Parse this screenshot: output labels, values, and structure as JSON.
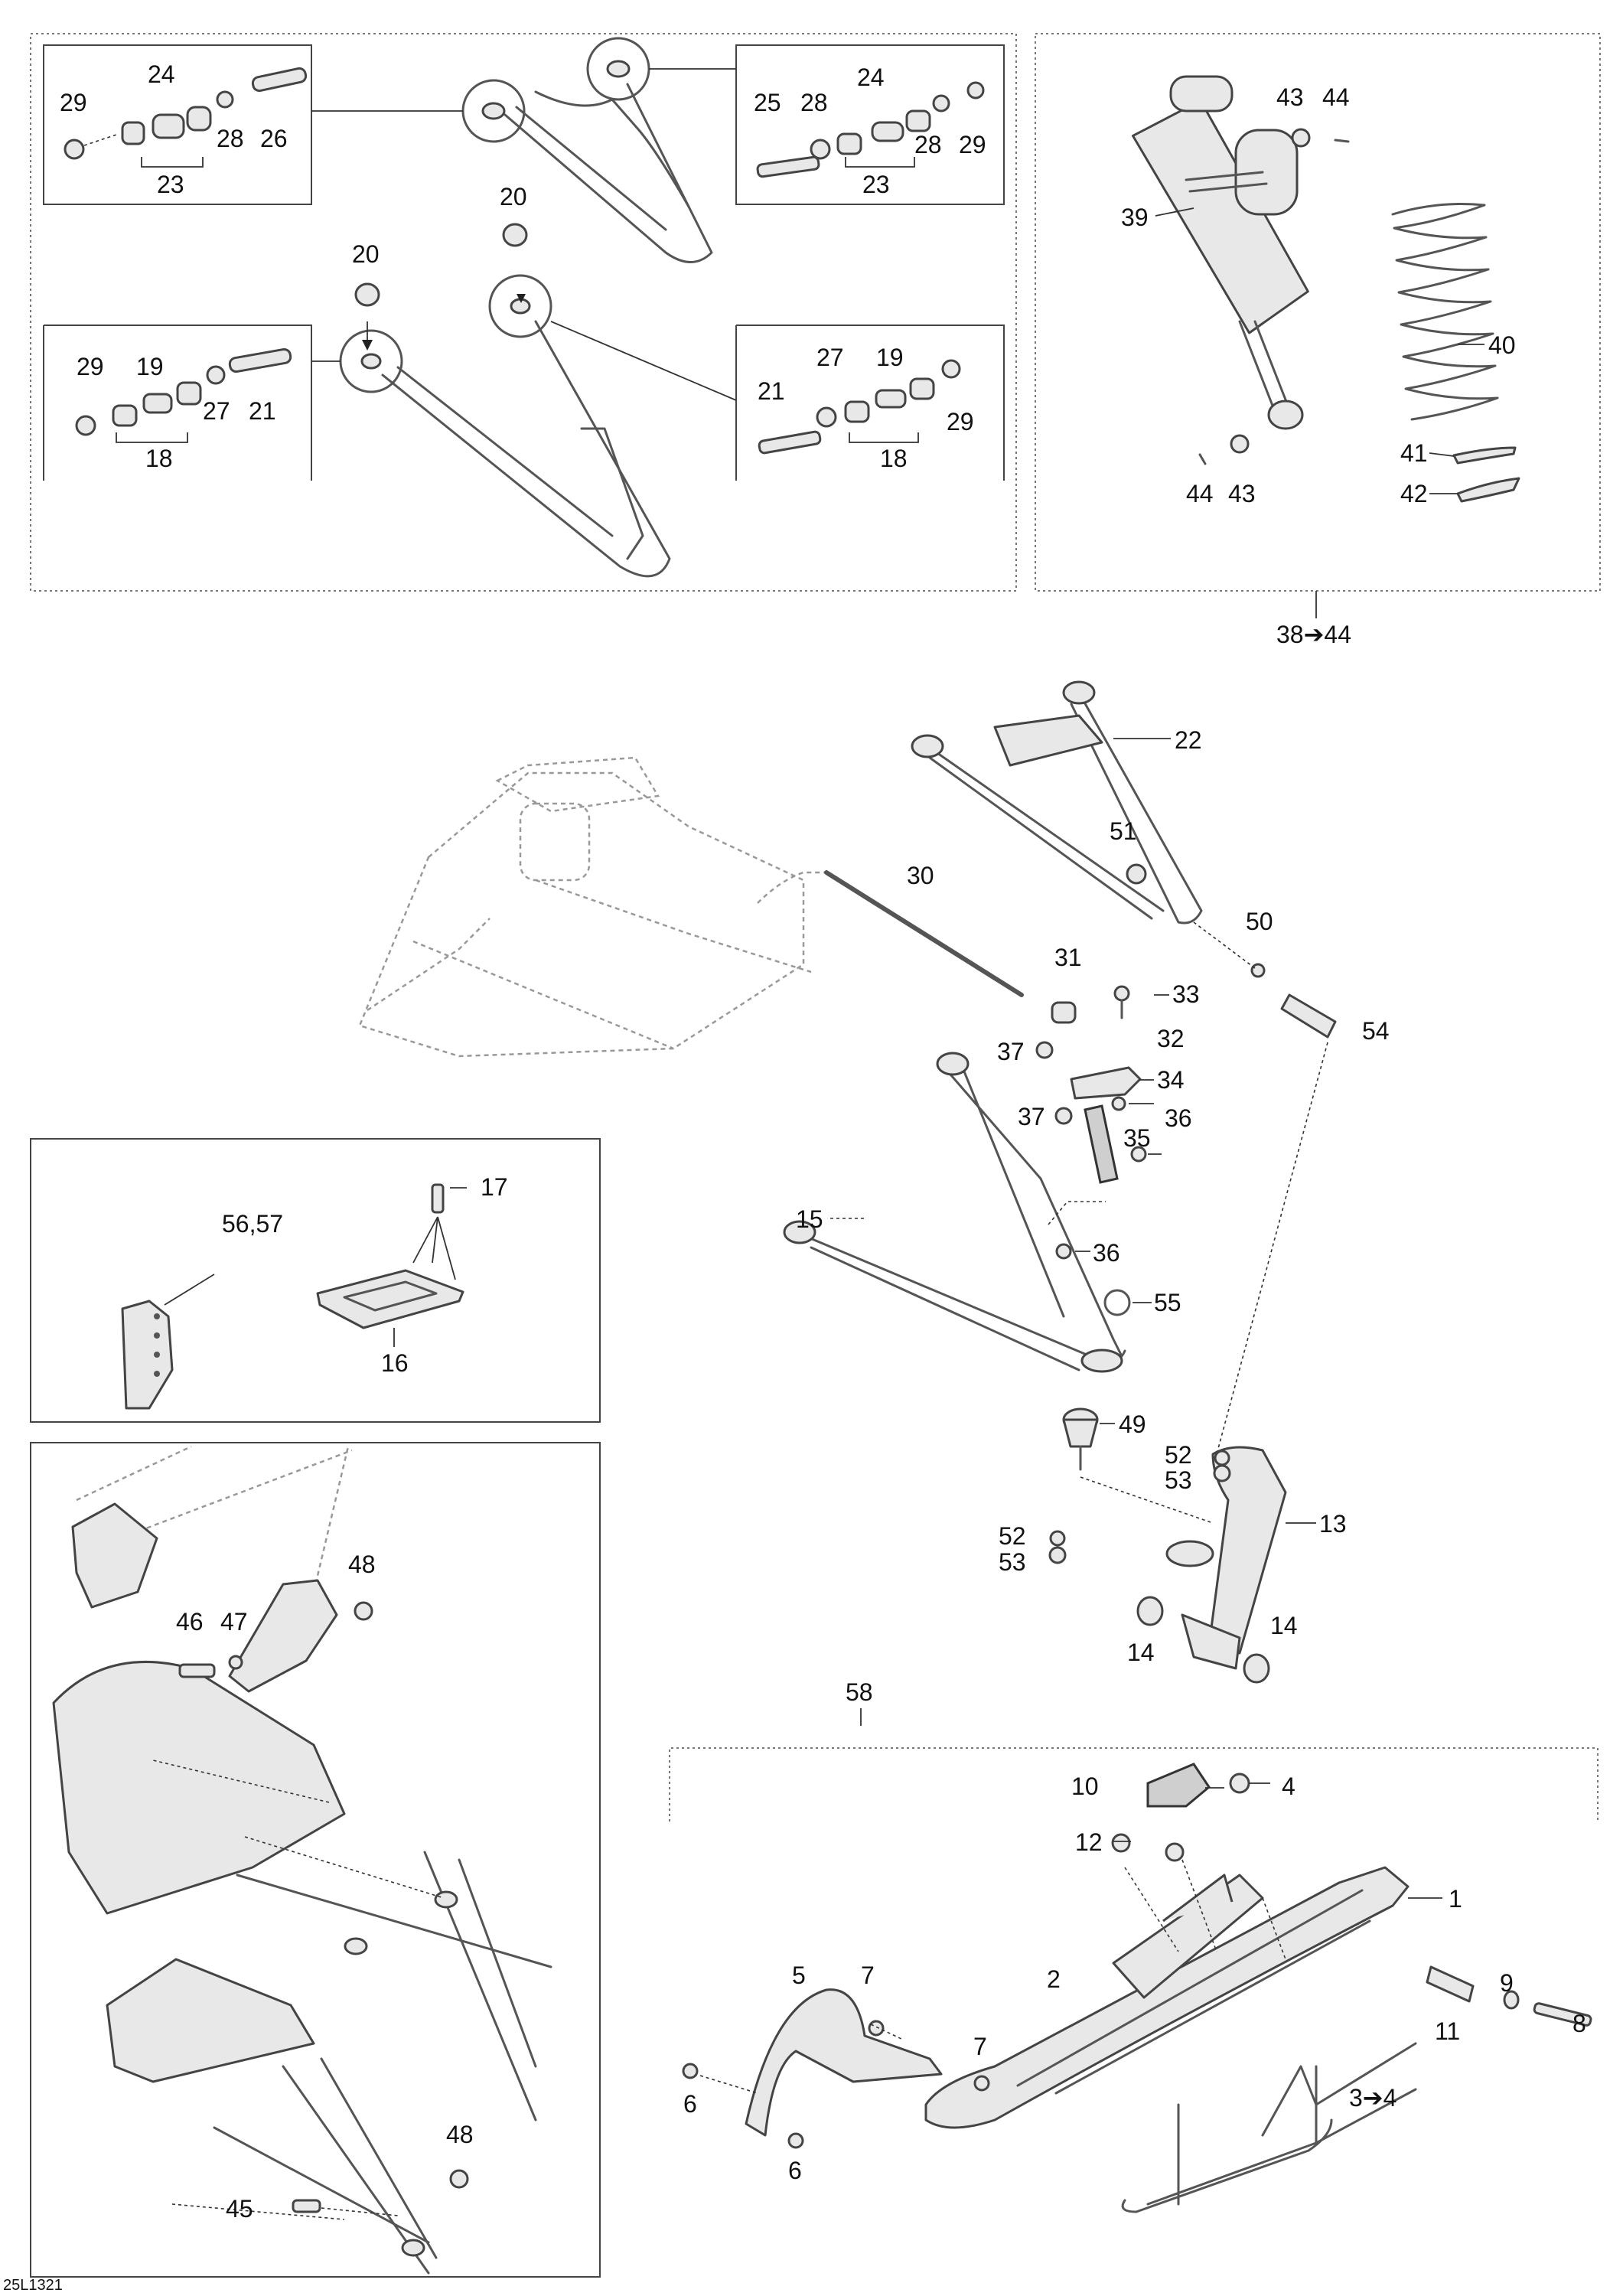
{
  "drawing_code": "25L1321",
  "callouts": {
    "c24a": "24",
    "c29a": "29",
    "c28a": "28",
    "c26": "26",
    "c23a": "23",
    "c20a": "20",
    "c20b": "20",
    "c25": "25",
    "c28b": "28",
    "c24b": "24",
    "c28c": "28",
    "c29b": "29",
    "c23b": "23",
    "c29c": "29",
    "c19a": "19",
    "c27a": "27",
    "c21a": "21",
    "c18a": "18",
    "c21b": "21",
    "c27b": "27",
    "c19b": "19",
    "c29d": "29",
    "c18b": "18",
    "c43a": "43",
    "c44a": "44",
    "c39": "39",
    "c40": "40",
    "c41": "41",
    "c42": "42",
    "c44b": "44",
    "c43b": "43",
    "c3844": "38➔44",
    "c22": "22",
    "c30": "30",
    "c51": "51",
    "c50": "50",
    "c31": "31",
    "c33": "33",
    "c54": "54",
    "c37a": "37",
    "c32": "32",
    "c34": "34",
    "c37b": "37",
    "c36a": "36",
    "c35": "35",
    "c15": "15",
    "c36b": "36",
    "c55": "55",
    "c49": "49",
    "c52a": "52",
    "c53a": "53",
    "c13": "13",
    "c52b": "52",
    "c53b": "53",
    "c14a": "14",
    "c14b": "14",
    "c17": "17",
    "c5657": "56,57",
    "c16": "16",
    "c48a": "48",
    "c46": "46",
    "c47": "47",
    "c48b": "48",
    "c45": "45",
    "c58": "58",
    "c10": "10",
    "c4": "4",
    "c12": "12",
    "c1": "1",
    "c5": "5",
    "c7a": "7",
    "c2": "2",
    "c9": "9",
    "c8": "8",
    "c7b": "7",
    "c11": "11",
    "c6a": "6",
    "c6b": "6",
    "c34b": "3➔4"
  }
}
